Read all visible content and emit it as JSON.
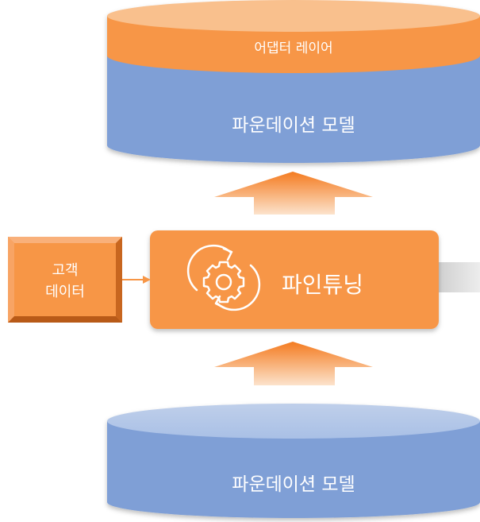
{
  "top_stack": {
    "adapter_label": "어댑터 레이어",
    "model_label": "파운데이션 모델"
  },
  "bottom_stack": {
    "model_label": "파운데이션 모델"
  },
  "finetune": {
    "label": "파인튜닝",
    "icon": "gear-refresh-icon"
  },
  "customer_data": {
    "line1": "고객",
    "line2": "데이터"
  },
  "colors": {
    "orange": "#F79646",
    "blue": "#7F9FD6",
    "light_blue": "#B4C7E7",
    "light_orange": "#F9C08D"
  }
}
